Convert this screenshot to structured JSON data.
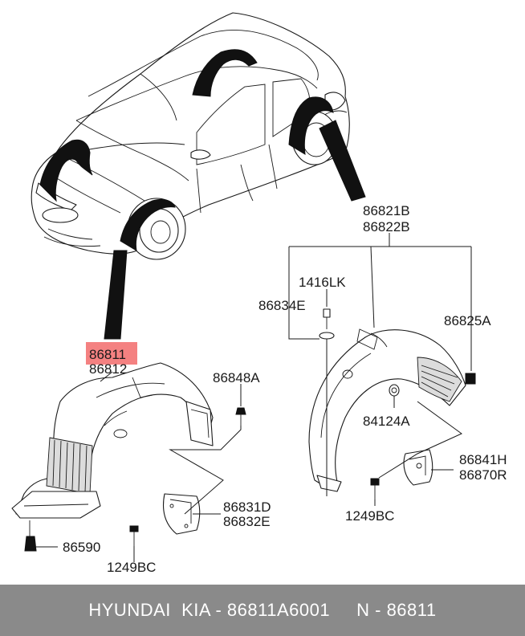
{
  "labels": {
    "p86821B": "86821B",
    "p86822B": "86822B",
    "p1416LK": "1416LK",
    "p86834E": "86834E",
    "p86825A": "86825A",
    "p86811": "86811",
    "p86812": "86812",
    "p86848A": "86848A",
    "p84124A": "84124A",
    "p86841H": "86841H",
    "p86870R": "86870R",
    "p86831D": "86831D",
    "p86832E": "86832E",
    "p86590": "86590",
    "p1249BC_left": "1249BC",
    "p1249BC_right": "1249BC"
  },
  "highlight": {
    "part": "86811",
    "color": "#f26b6b"
  },
  "footer": {
    "text": "HYUNDAI  KIA - 86811A6001     N - 86811",
    "background": "#8a8a8a",
    "color": "#ffffff"
  }
}
